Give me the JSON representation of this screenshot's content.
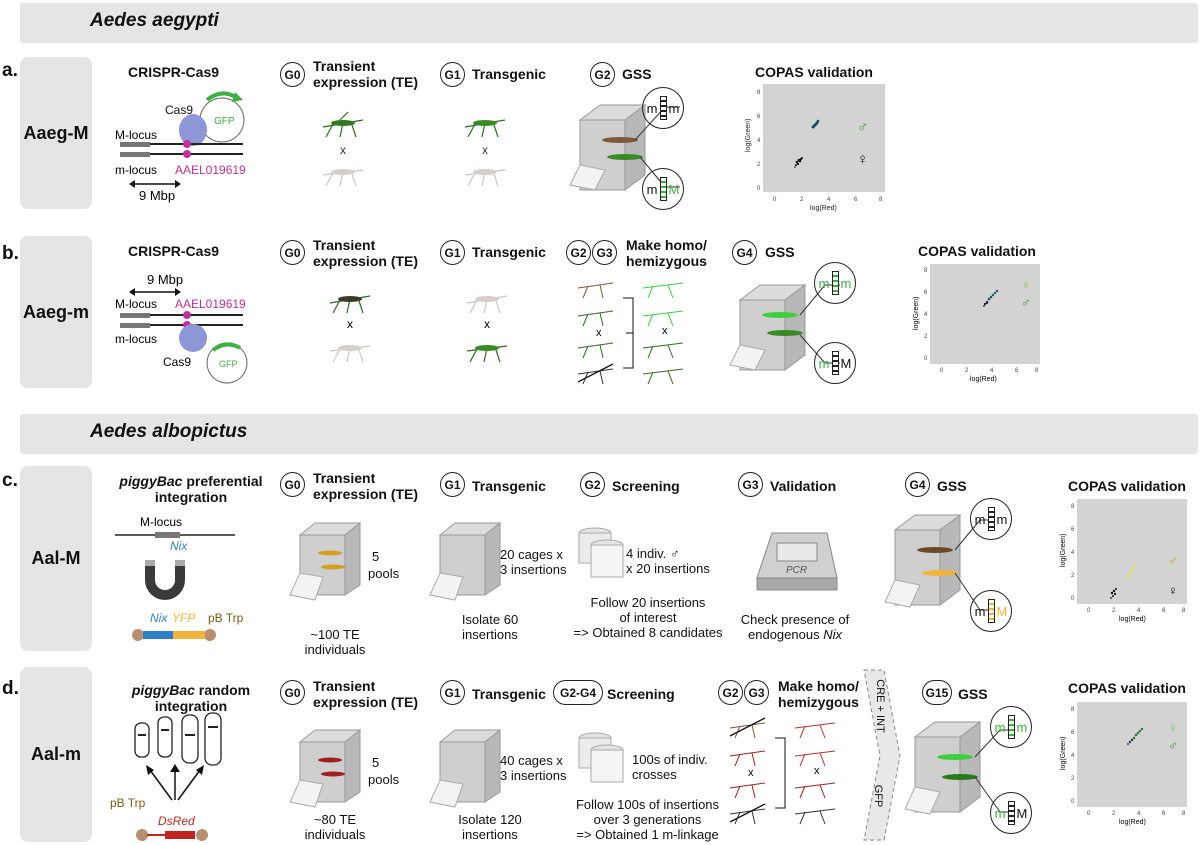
{
  "sections": {
    "aegypti": "Aedes aegypti",
    "albopictus": "Aedes albopictus"
  },
  "rows": {
    "a": {
      "letter": "a.",
      "label": "Aaeg-M"
    },
    "b": {
      "letter": "b.",
      "label": "Aaeg-m"
    },
    "c": {
      "letter": "c.",
      "label": "Aal-M"
    },
    "d": {
      "letter": "d.",
      "label": "Aal-m"
    }
  },
  "common": {
    "crispr": "CRISPR-Cas9",
    "te_line1": "Transient",
    "te_line2": "expression (TE)",
    "transgenic": "Transgenic",
    "gss": "GSS",
    "copas": "COPAS validation",
    "cross": "x",
    "xlabel": "log(Red)",
    "ylabel": "log(Green)"
  },
  "gens": {
    "g0": "G0",
    "g1": "G1",
    "g2": "G2",
    "g3": "G3",
    "g4": "G4",
    "g15": "G15",
    "g2g4": "G2-G4"
  },
  "row_a": {
    "cas9": "Cas9",
    "gfp": "GFP",
    "m_locus_upper": "M-locus",
    "m_locus_lower": "m-locus",
    "gene": "AAEL019619",
    "distance": "9 Mbp",
    "chrom_top": "m",
    "chrom_top_r": "m",
    "chrom_bot": "m",
    "chrom_bot_r": "M"
  },
  "row_b": {
    "make1": "Make homo/",
    "make2": "hemizygous",
    "distance": "9 Mbp",
    "m_locus_upper": "M-locus",
    "gene": "AAEL019619",
    "m_locus_lower": "m-locus",
    "cas9": "Cas9",
    "gfp": "GFP",
    "chrom_top": "m",
    "chrom_top_r": "m",
    "chrom_bot": "m",
    "chrom_bot_r": "M"
  },
  "row_c": {
    "title1": "piggyBac",
    "title1b": " preferential",
    "title2": "integration",
    "m_locus": "M-locus",
    "nix": "Nix",
    "yfp": "YFP",
    "pbtrp": "pB Trp",
    "pools_n": "5",
    "pools": "pools",
    "te_ind1": "~100 TE",
    "te_ind2": "individuals",
    "cages1": "20 cages x",
    "cages2": "3 insertions",
    "isolate1": "Isolate 60",
    "isolate2": "insertions",
    "screening": "Screening",
    "indiv1": "4 indiv. ♂",
    "indiv2": "x 20 insertions",
    "follow1": "Follow 20 insertions",
    "follow2": "of interest",
    "follow3": "=> Obtained 8 candidates",
    "validation": "Validation",
    "pcr": "PCR",
    "check1": "Check presence of",
    "check2": "endogenous ",
    "check2i": "Nix",
    "chrom_top": "m",
    "chrom_top_r": "m",
    "chrom_bot": "m",
    "chrom_bot_r": "M"
  },
  "row_d": {
    "title1": "piggyBac",
    "title1b": " random",
    "title2": "integration",
    "pbtrp": "pB Trp",
    "dsred": "DsRed",
    "pools_n": "5",
    "pools": "pools",
    "te_ind1": "~80 TE",
    "te_ind2": "individuals",
    "cages1": "40 cages x",
    "cages2": "3 insertions",
    "isolate1": "Isolate 120",
    "isolate2": "insertions",
    "screening": "Screening",
    "crosses1": "100s of indiv.",
    "crosses2": "crosses",
    "follow1": "Follow 100s of insertions",
    "follow2": "over 3 generations",
    "follow3": "=> Obtained 1 m-linkage",
    "make1": "Make homo/",
    "make2": "hemizygous",
    "arrow_top": "CRE + INT",
    "arrow_bot": "GFP",
    "chrom_top": "m",
    "chrom_top_r": "m",
    "chrom_bot": "m",
    "chrom_bot_r": "M"
  },
  "copas": {
    "a": {
      "x_ticks": [
        "0",
        "2",
        "4",
        "6",
        "8"
      ],
      "y_ticks": [
        "0",
        "2",
        "4",
        "6",
        "8"
      ]
    },
    "b": {
      "x_ticks": [
        "0",
        "2",
        "4",
        "6",
        "8"
      ],
      "y_ticks": [
        "0",
        "2",
        "4",
        "6",
        "8"
      ]
    },
    "c": {
      "x_ticks": [
        "0",
        "2",
        "4",
        "6",
        "8"
      ],
      "y_ticks": [
        "0",
        "2",
        "4",
        "6",
        "8"
      ]
    },
    "d": {
      "x_ticks": [
        "0",
        "2",
        "4",
        "6",
        "8"
      ],
      "y_ticks": [
        "0",
        "2",
        "4",
        "6",
        "8"
      ]
    }
  },
  "symbols": {
    "male": "♂",
    "female": "♀"
  },
  "colors": {
    "banner": "#e5e5e5",
    "gene": "#c0309a",
    "gfp": "#3cb043",
    "nix": "#2f7fc9",
    "yfp": "#f0b43c",
    "dsred": "#c0261f",
    "pbtrp": "#7a5a1a",
    "plot_bg": "#d3d3d3",
    "male_green": "#3a9a2a"
  }
}
